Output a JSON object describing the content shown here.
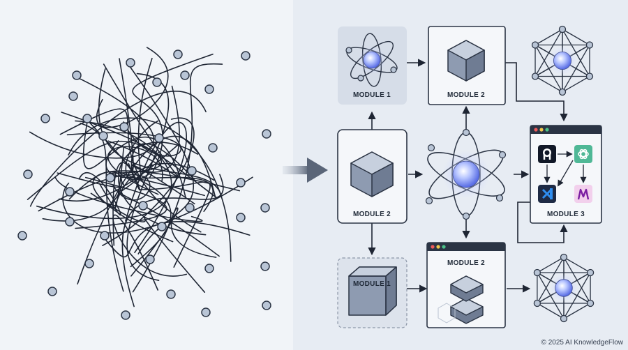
{
  "modules": {
    "top_left": "MODULE 1",
    "top_mid": "MODULE 2",
    "mid_left": "MODULE 2",
    "right_window": "MODULE 3",
    "bottom_left": "MODULE 1",
    "bottom_mid": "MODULE 2"
  },
  "copyright": "© 2025 AI KnowledgeFlow",
  "colors": {
    "background_left": "#f1f4f8",
    "background_right": "#e6ebf2",
    "line": "#1e2533",
    "node_fill": "#b9c5d6",
    "node_stroke": "#2b3444",
    "card_fill": "#f5f7fa",
    "card_stroke": "#2b3444",
    "module_tint": "#d9e0ea",
    "orb_center": "#ffffff",
    "orb_glow": "#7c8ff5",
    "window_bar": "#2b3444",
    "dot_red": "#ef5b5b",
    "dot_yellow": "#f2c94c",
    "dot_green": "#4cc38a"
  },
  "icons": [
    "atom-icon",
    "cube-icon",
    "network-graph-icon",
    "github-icon",
    "openai-icon",
    "vscode-icon",
    "make-icon",
    "stacked-layers-icon"
  ]
}
